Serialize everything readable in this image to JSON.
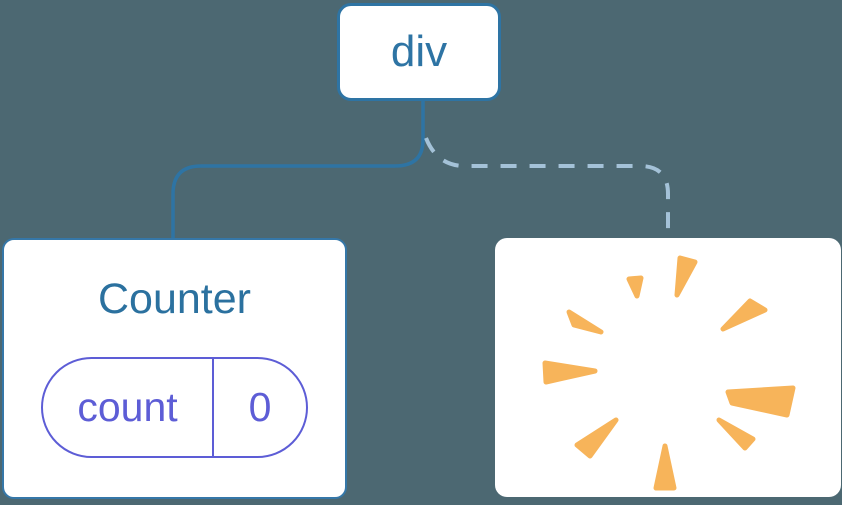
{
  "diagram": {
    "root_node": {
      "label": "div"
    },
    "counter_card": {
      "title": "Counter",
      "state_pill": {
        "key": "count",
        "value": "0"
      }
    }
  },
  "icons": {
    "poof": "poof-burst-icon"
  },
  "colors": {
    "background": "#4C6872",
    "node_blue": "#2E74A4",
    "card_border_blue": "#3577A8",
    "dashed_edge_blue": "#A4C2D8",
    "state_indigo": "#5D5DD6",
    "poof_orange": "#F7B45A",
    "card_white": "#FFFFFF"
  }
}
